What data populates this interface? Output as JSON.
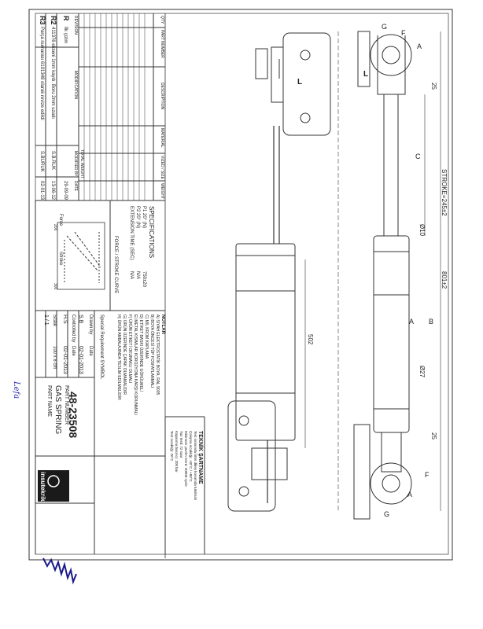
{
  "drawing": {
    "part_name_label": "PART NAME",
    "part_name": "GAS SPRING",
    "part_number_label": "PART NUMBER",
    "part_number": "48-23508",
    "brand": "insutekrik",
    "scale_label": "Scale",
    "scale": "1 / 1",
    "drawn_by_label": "Drawn by",
    "drawn_by": "S.B",
    "drawn_date_label": "Date",
    "drawn_date": "02-01-2013",
    "controlled_by_label": "Controlled by",
    "controlled_by": "H.S",
    "controlled_date_label": "Date",
    "controlled_date": "02-01-2013",
    "special_req_label": "Special Requirement SYMBOL",
    "sheet_size": "100 x 8 cm"
  },
  "bom": {
    "headers": [
      "QTY",
      "PART NUMBER",
      "DESCRIPTION",
      "MATERIAL",
      "VIZED / SIZE",
      "WEIGHT"
    ],
    "total_weight_label": "TOTAL WEIGHT"
  },
  "revisions": {
    "header_rev": "REVISION",
    "header_mod": "MODIFICATION",
    "header_by": "MODIFIED BY",
    "header_date": "DATE",
    "rows": [
      {
        "rev": "R",
        "mod": "İlk çizim",
        "by": "",
        "date": "29-09-09"
      },
      {
        "rev": "R2",
        "mod": "411376 ekseni 1mm kaydı. Boru 2mm uzadı",
        "by": "S.B.RUK",
        "date": "13-06-12"
      },
      {
        "rev": "R3",
        "mod": "Parça numarası 6101348 olarak revize edildi",
        "by": "S.BURUK",
        "date": "02-01-13"
      }
    ]
  },
  "specs": {
    "title": "SPECIFICATIONS",
    "p1": "P1 20°  (N)",
    "p1_val": "750±20",
    "p2": "P2 20°  (N)",
    "p2_val": "N/A",
    "ext_time": "EXTENSION TIME (SEC)",
    "ext_val": "N/A",
    "curve_title": "FORCE / STROKE CURVE",
    "force_axis": "Force",
    "stroke_axis": "Stroke",
    "x_start": "200",
    "x_end": "300"
  },
  "notes": {
    "title": "NOTLAR",
    "lines": [
      "A) SIYAH ELEKTROSTATİK BOYA. RAL 9005",
      "B) BOYA ÖNCESİ TÜP FOSFATLANMALI",
      "C) MİL KROM KAPLAMA",
      "D) ETİKET BASKI ÜZERİNDE GÖRÜLMELİ",
      "E) METAL KISIMLAR KOROZYONA KARŞI KORUNMALI",
      "F) ÜRÜN ETİKETİ OKUNAKLI OLMALI",
      "G) ÜRÜN ÜZERİNDE ÇAPAK OLMAMALIDIR",
      "H) ÜRÜN AMBALAJINDA TESLİM EDİLMELİDİR"
    ]
  },
  "teknik": {
    "title": "TEKNİK ŞARTNAME",
    "lines": [
      "Test sırasında ürün dikey konumda tutulmalı",
      "Çalışma sıcaklığı: -30°C / +80°C",
      "Minimum çevrim ömrü: 20000 cycle",
      "Tuz testi: 72 saat",
      "Kapanma basıncı: 200 bar",
      "Test sıcaklığı: 20°C"
    ]
  },
  "dims": {
    "stroke": "STROKE=245±2",
    "total": "801±2",
    "body": "502",
    "rod_d": "Ø10",
    "tube_d": "Ø27",
    "top25": "25",
    "bot25": "25",
    "labels": {
      "a": "A",
      "b": "B",
      "c": "C",
      "f": "F",
      "g": "G",
      "l": "L"
    }
  },
  "handwriting": {
    "left": "Lefa"
  }
}
